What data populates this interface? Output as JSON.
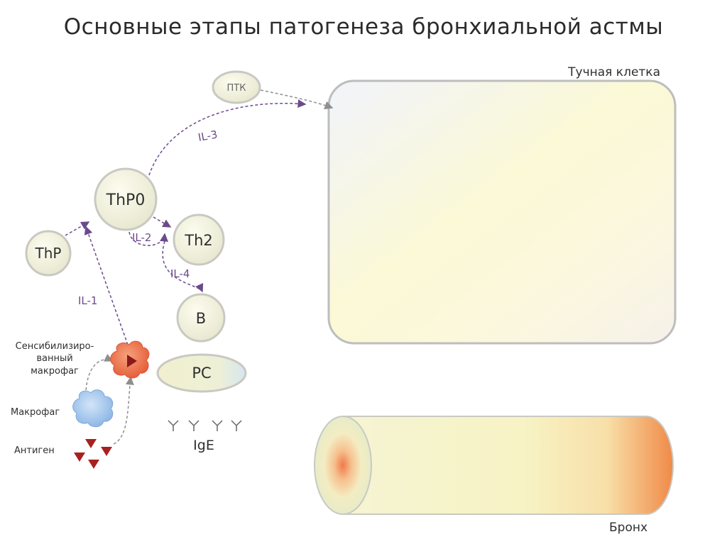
{
  "title": "Основные этапы патогенеза бронхиальной астмы",
  "mast_cell_label": "Тучная клетка",
  "bronchus_label": "Бронх",
  "nodes": {
    "ptk": "ПТК",
    "thp0": "ThP0",
    "thp": "ThP",
    "th2": "Th2",
    "b": "B",
    "pc": "PC"
  },
  "cytokines": {
    "il3": "IL-3",
    "il2": "IL-2",
    "il4": "IL-4",
    "il1": "IL-1"
  },
  "left_labels": {
    "sensitized_line1": "Сенсибилизиро-",
    "sensitized_line2": "ванный",
    "sensitized_line3": "макрофаг",
    "macrophage": "Макрофаг",
    "antigen": "Антиген"
  },
  "ige_label": "IgE",
  "colors": {
    "arrow": "#6b4a8c",
    "cell_fill": "#f1efcf",
    "cell_stroke": "#c9c9c2",
    "sensitized_macrophage": "#ee7a55",
    "macrophage": "#a9c8ec",
    "antigen": "#a82020",
    "bronchus_end": "#f08a48"
  }
}
